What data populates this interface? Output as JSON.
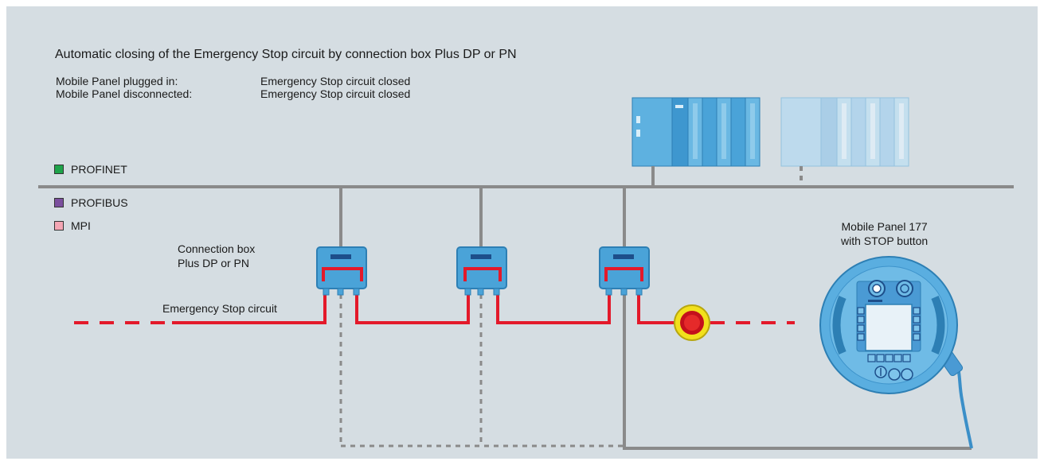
{
  "title": "Automatic closing of the Emergency Stop circuit by connection box Plus DP or PN",
  "status_rows": [
    {
      "label": "Mobile Panel plugged in:",
      "value": "Emergency Stop circuit closed"
    },
    {
      "label": "Mobile Panel disconnected:",
      "value": "Emergency Stop circuit closed"
    }
  ],
  "legend": [
    {
      "label": "PROFINET",
      "color": "#1ea34a"
    },
    {
      "label": "PROFIBUS",
      "color": "#7b4f9e"
    },
    {
      "label": "MPI",
      "color": "#f4a6b4"
    }
  ],
  "labels": {
    "connection_box": "Connection box\nPlus DP or PN",
    "emergency_stop_circuit": "Emergency Stop circuit",
    "mobile_panel": "Mobile Panel 177\nwith STOP button"
  },
  "colors": {
    "background": "#d5dde2",
    "bus_line": "#8a8a8a",
    "estop_line": "#e3192a",
    "device_blue": "#4aa3d8",
    "device_blue_faded": "#9fcbea",
    "panel_blue": "#5aaee0"
  },
  "icons": [
    "plc-rack-icon",
    "plc-rack-faded-icon",
    "connection-box-icon",
    "emergency-stop-button-icon",
    "mobile-panel-icon"
  ]
}
